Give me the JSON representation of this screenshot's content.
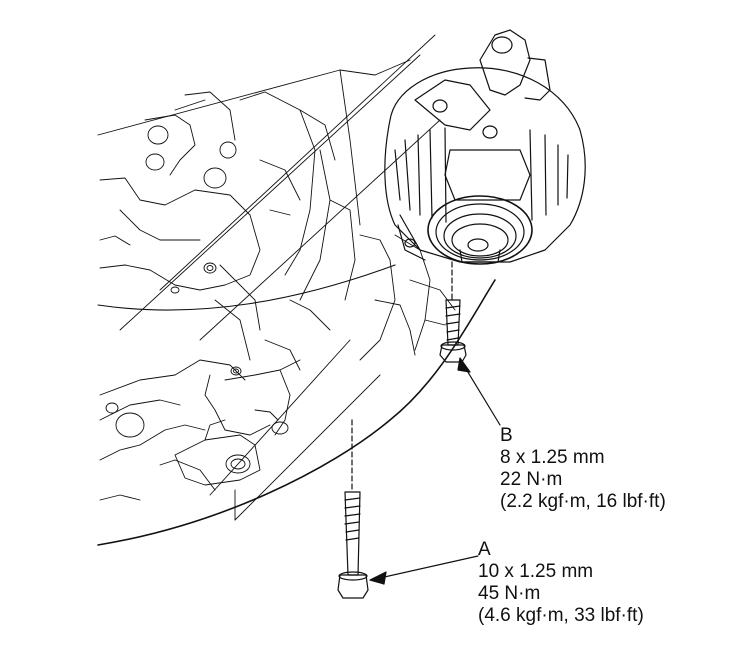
{
  "callouts": {
    "b": {
      "letter": "B",
      "size": "8 x 1.25 mm",
      "torque_nm": "22 N·m",
      "torque_alt": "(2.2 kgf·m, 16 lbf·ft)"
    },
    "a": {
      "letter": "A",
      "size": "10 x 1.25 mm",
      "torque_nm": "45 N·m",
      "torque_alt": "(4.6 kgf·m, 33 lbf·ft)"
    }
  },
  "colors": {
    "line": "#111111",
    "background": "#ffffff"
  }
}
